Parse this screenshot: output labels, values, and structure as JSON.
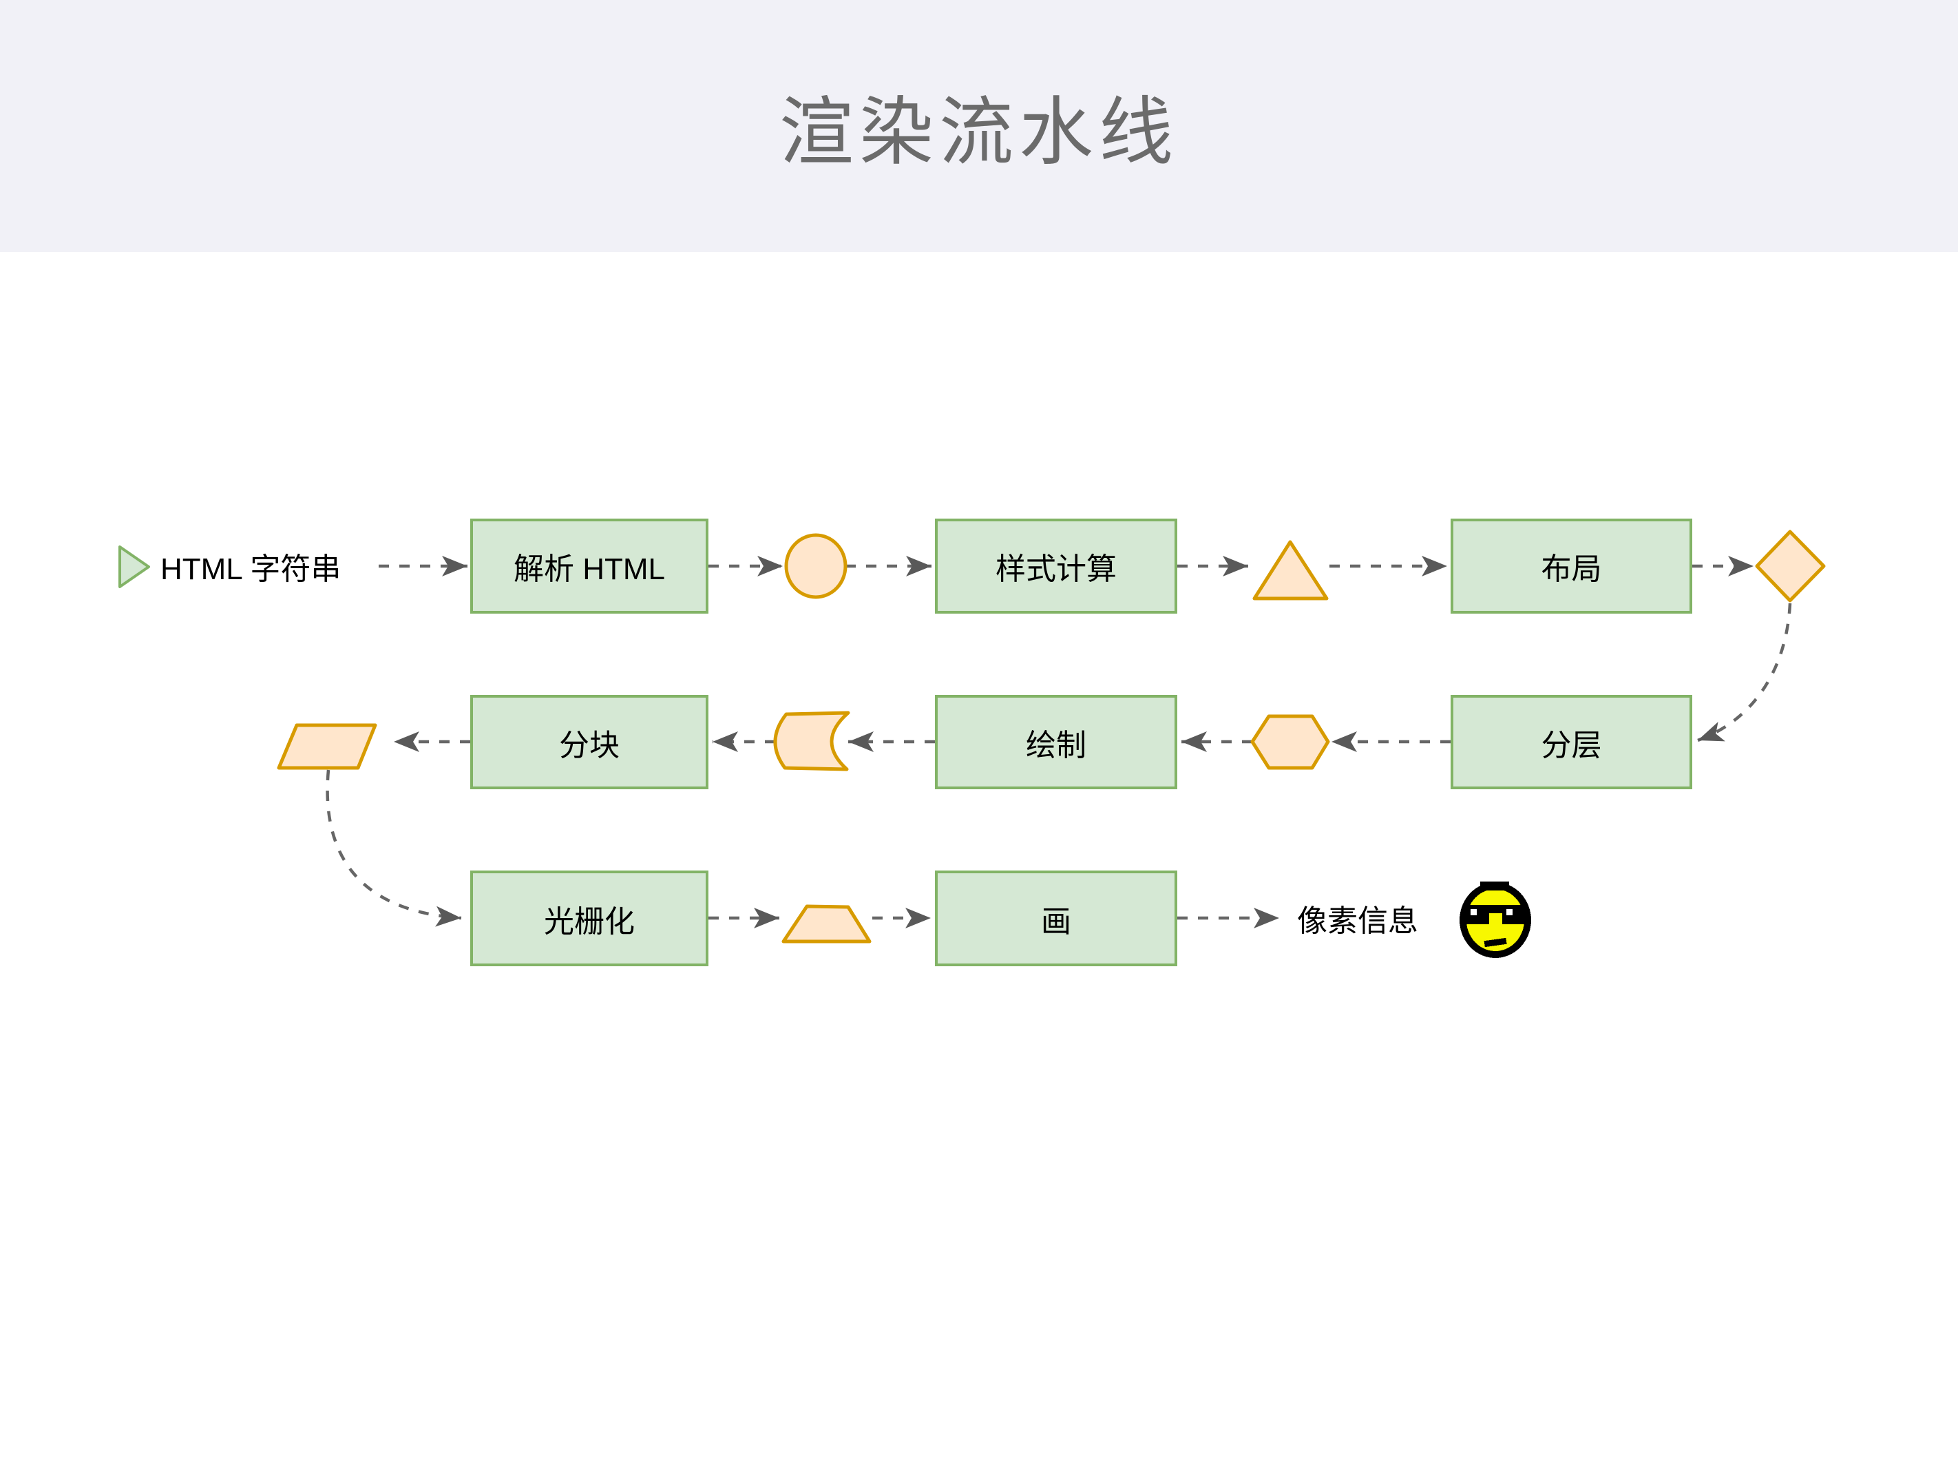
{
  "title": "渲染流水线",
  "input_label": "HTML 字符串",
  "output_label": "像素信息",
  "nodes": [
    {
      "id": "parse-html",
      "label": "解析 HTML"
    },
    {
      "id": "style-calc",
      "label": "样式计算"
    },
    {
      "id": "layout",
      "label": "布局"
    },
    {
      "id": "layer",
      "label": "分层"
    },
    {
      "id": "paint",
      "label": "绘制"
    },
    {
      "id": "tiling",
      "label": "分块"
    },
    {
      "id": "raster",
      "label": "光栅化"
    },
    {
      "id": "draw",
      "label": "画"
    }
  ],
  "icons": {
    "start": "play-triangle-icon",
    "end": "cool-smiley-icon",
    "connector_shapes": [
      "circle",
      "triangle",
      "diamond",
      "hexagon",
      "curved-tape",
      "parallelogram",
      "trapezoid"
    ]
  },
  "colors": {
    "header_bg": "#f1f1f7",
    "title_color": "#6b6b6b",
    "node_fill": "#d5e8d4",
    "node_stroke": "#82b366",
    "shape_fill": "#ffe6cc",
    "shape_stroke": "#d79b00",
    "connector": "#666666",
    "connector_head": "#595959",
    "smiley_yellow": "#f8f800"
  }
}
